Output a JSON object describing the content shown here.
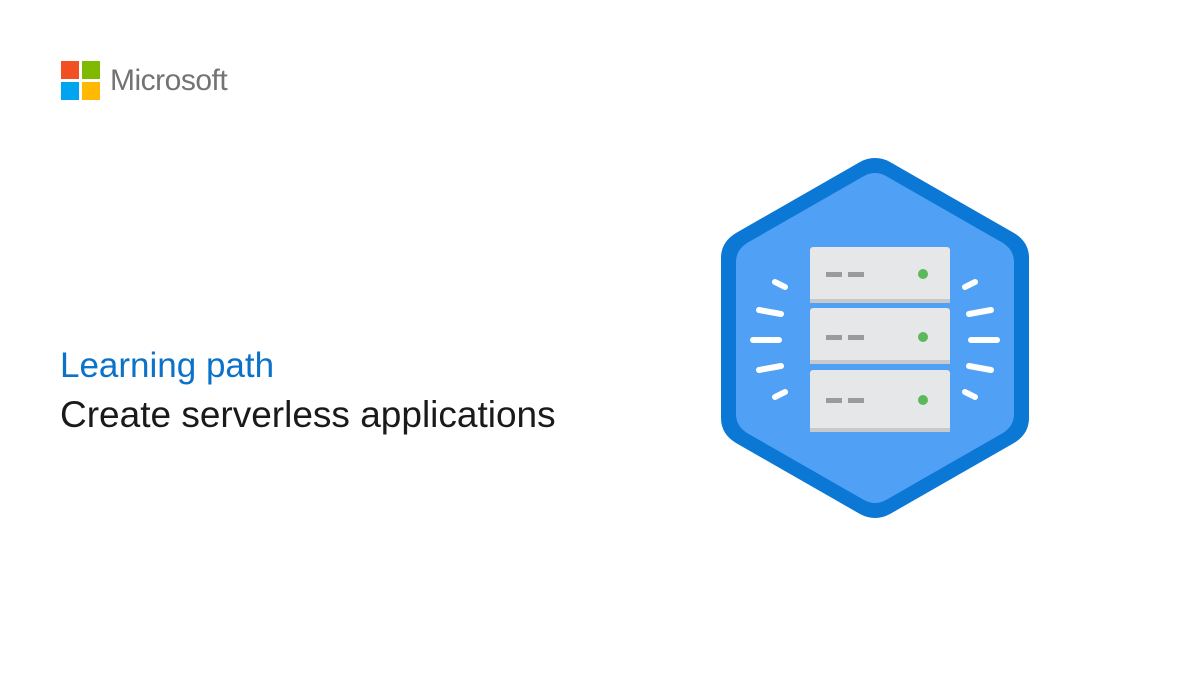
{
  "brand": {
    "name": "Microsoft",
    "logo_colors": [
      "#f25022",
      "#7fba00",
      "#00a4ef",
      "#ffb900"
    ]
  },
  "content": {
    "eyebrow": "Learning path",
    "title": "Create serverless applications"
  },
  "badge": {
    "icon": "server-rack-icon",
    "colors": {
      "hex_outer": "#0a78d4",
      "hex_inner": "#50a0f5",
      "server_face": "#e6e7e8",
      "server_edge": "#c8c9ca",
      "indicator": "#5cb85c",
      "rays": "#ffffff"
    }
  }
}
